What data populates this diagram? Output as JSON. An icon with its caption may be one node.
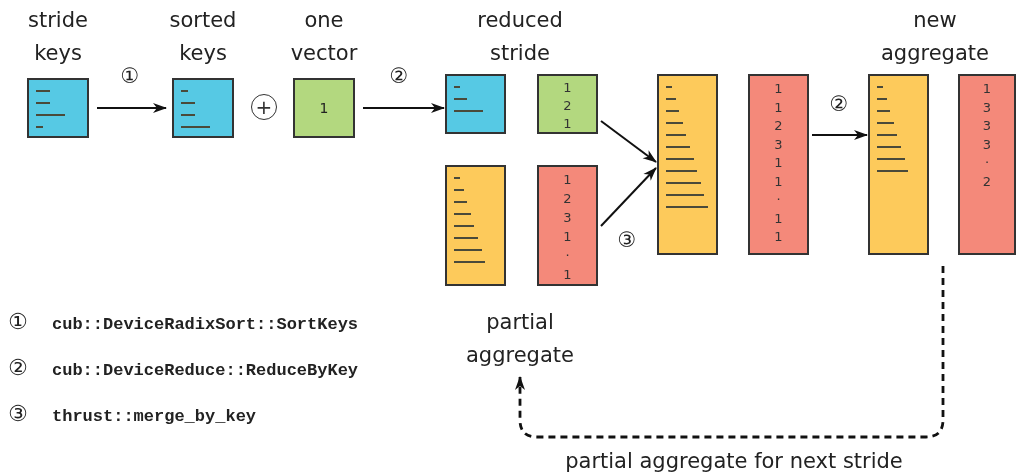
{
  "diagram": {
    "nodes": [
      {
        "text": [
          "stride keys"
        ]
      },
      {
        "text": [
          "sorted keys"
        ]
      },
      {
        "text": [
          "+"
        ]
      },
      {
        "text": [
          "one vector",
          "1"
        ]
      },
      {
        "text": [
          "reduced stride"
        ]
      },
      {
        "text": [],
        "shape": "box"
      },
      {
        "text": [
          "1",
          "2",
          "1"
        ]
      },
      {
        "text": [
          "new aggregate"
        ]
      },
      {
        "text": [],
        "shape": "box"
      },
      {
        "text": [
          "1",
          "1",
          "2",
          "3",
          "1",
          "1",
          "·",
          "1",
          "1"
        ]
      },
      {
        "text": [],
        "shape": "box"
      },
      {
        "text": [
          "1",
          "3",
          "3",
          "3",
          "·",
          "2"
        ]
      },
      {
        "text": [],
        "shape": "box"
      },
      {
        "text": [
          "1",
          "2",
          "3",
          "1",
          "·",
          "1"
        ]
      },
      {
        "text": [
          "partial aggregate"
        ]
      }
    ],
    "edges": [
      {
        "from": 0,
        "to": 1,
        "arrow": "to",
        "label": "①"
      },
      {
        "from": 3,
        "to": 5,
        "arrow": "to",
        "label": "②"
      },
      {
        "from": 6,
        "to": 8,
        "arrow": "to"
      },
      {
        "from": 13,
        "to": 8,
        "arrow": "to",
        "label": "③"
      },
      {
        "from": 9,
        "to": 10,
        "arrow": "to",
        "label": "②"
      },
      {
        "from": null,
        "to": 14,
        "arrow": "to",
        "label": "partial aggregate for next stride",
        "style": "dashed"
      }
    ],
    "labels": [
      "①",
      "cub::DeviceRadixSort::SortKeys",
      "②",
      "cub::DeviceReduce::ReduceByKey",
      "③",
      "thrust::merge_by_key"
    ]
  }
}
